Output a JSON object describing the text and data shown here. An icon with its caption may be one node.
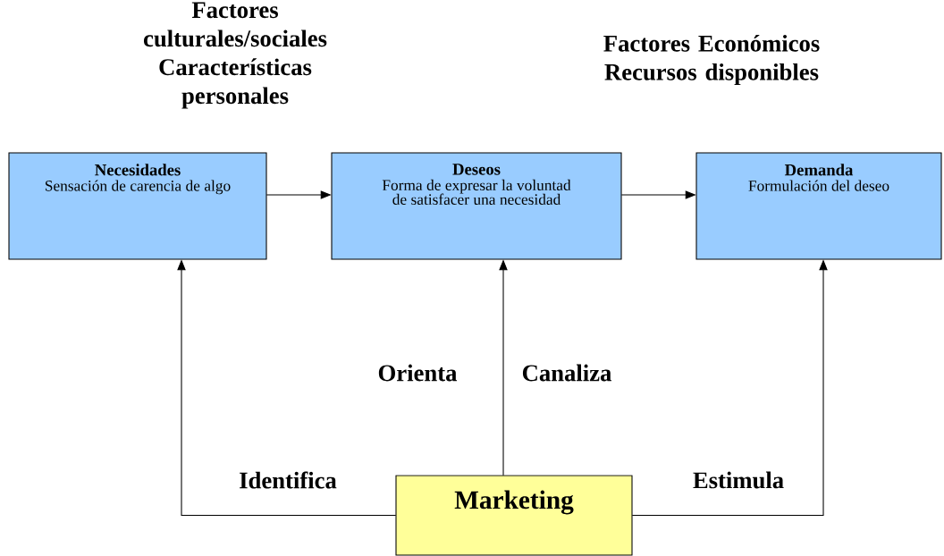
{
  "diagram": {
    "nodes": [
      {
        "text": [
          "Necesidades",
          "Sensación de carencia de algo"
        ]
      },
      {
        "text": [
          "Deseos",
          "Forma de expresar la voluntad de satisfacer una necesidad"
        ]
      },
      {
        "text": [
          "Demanda",
          "Formulación del deseo"
        ]
      },
      {
        "text": [
          "Marketing"
        ]
      }
    ],
    "edges": [
      {
        "from": 0,
        "to": 1,
        "arrow": "to"
      },
      {
        "from": 1,
        "to": 2,
        "arrow": "to"
      },
      {
        "from": 3,
        "to": 0,
        "arrow": "to",
        "label": "Identifica"
      },
      {
        "from": 3,
        "to": 1,
        "arrow": "to"
      },
      {
        "from": 3,
        "to": 2,
        "arrow": "to",
        "label": "Estimula"
      }
    ],
    "labels": [
      "Factores culturales/sociales Características personales",
      "Factores Económicos Recursos disponibles",
      "Orienta",
      "Canaliza"
    ]
  }
}
